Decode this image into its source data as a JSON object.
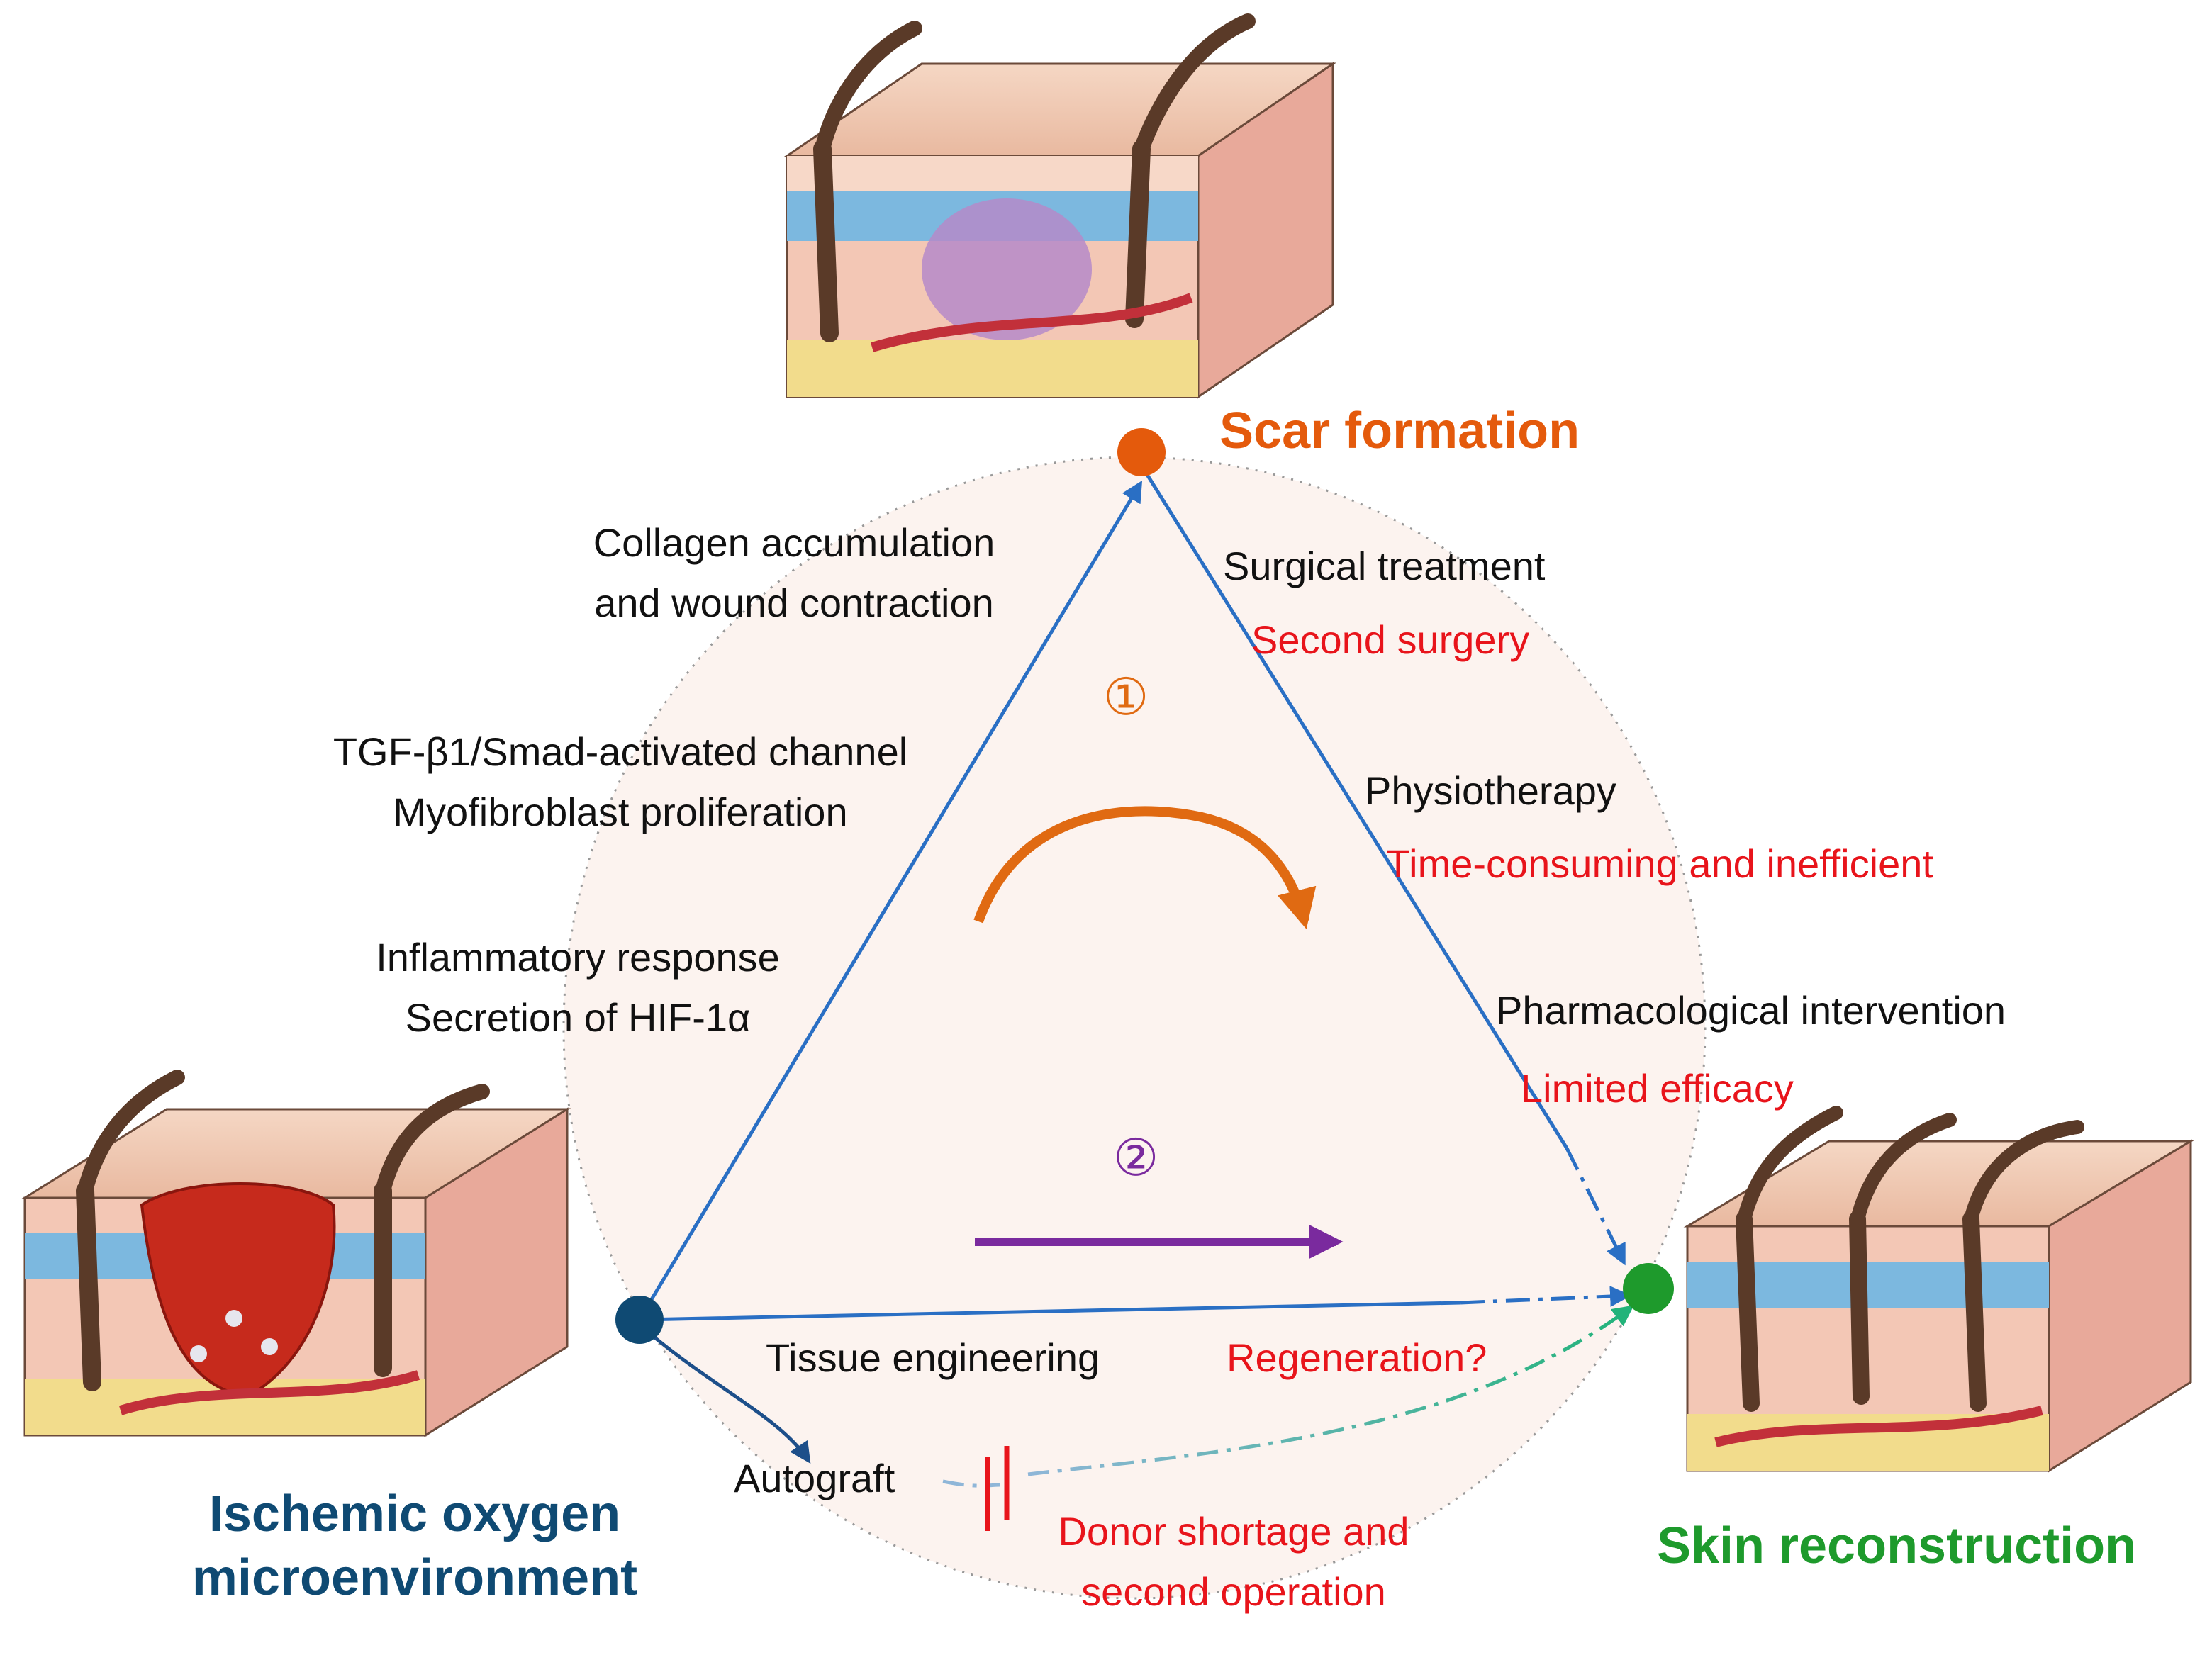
{
  "nodes": {
    "scar": {
      "label": "Scar formation",
      "color": "#e45a0c"
    },
    "ischemic": {
      "label_line1": "Ischemic oxygen",
      "label_line2": "microenvironment",
      "color": "#0f4a73"
    },
    "skin": {
      "label": "Skin reconstruction",
      "color": "#1e9a2c"
    }
  },
  "left_edge_labels": {
    "collagen_1": "Collagen accumulation",
    "collagen_2": "and wound contraction",
    "tgf": "TGF-β1/Smad-activated channel",
    "myofibroblast": "Myofibroblast proliferation",
    "inflammatory": "Inflammatory response",
    "hif": "Secretion of HIF-1α"
  },
  "right_edge_labels": {
    "surgical": "Surgical treatment",
    "second_surgery": "Second surgery",
    "physiotherapy": "Physiotherapy",
    "time_consuming": "Time-consuming and inefficient",
    "pharmacological": "Pharmacological intervention",
    "limited_efficacy": "Limited efficacy"
  },
  "bottom_labels": {
    "tissue_engineering": "Tissue engineering",
    "regeneration": "Regeneration?",
    "autograft": "Autograft",
    "donor_1": "Donor shortage and",
    "donor_2": "second operation"
  },
  "markers": {
    "one": "①",
    "two": "②",
    "one_color": "#e06a12",
    "two_color": "#7a2a9e"
  },
  "colors": {
    "edge_blue": "#2a6fc4",
    "autograft_arrow": "#1d4f8a",
    "circle_fill": "#fcf3ef",
    "block_stop": "#e8141b"
  }
}
